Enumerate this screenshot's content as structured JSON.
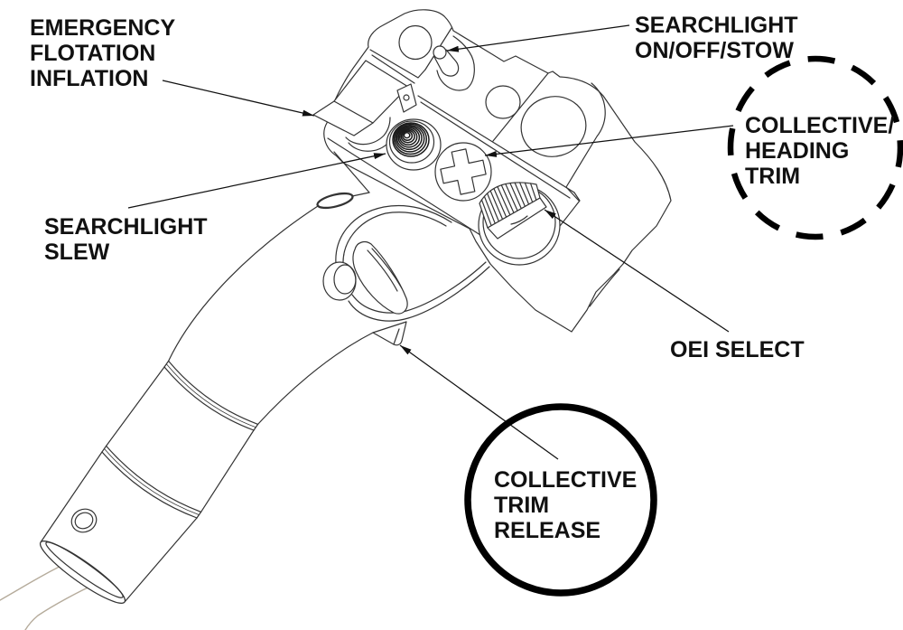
{
  "figure": {
    "callouts": [
      {
        "id": "emergency-flotation-inflation",
        "lines": [
          "EMERGENCY",
          "FLOTATION",
          "INFLATION"
        ],
        "emphasis": "none"
      },
      {
        "id": "searchlight-on-off-stow",
        "lines": [
          "SEARCHLIGHT",
          "ON/OFF/STOW"
        ],
        "emphasis": "none"
      },
      {
        "id": "collective-heading-trim",
        "lines": [
          "COLLECTIVE/",
          "HEADING",
          "TRIM"
        ],
        "emphasis": "dashed-circle"
      },
      {
        "id": "searchlight-slew",
        "lines": [
          "SEARCHLIGHT",
          "SLEW"
        ],
        "emphasis": "none"
      },
      {
        "id": "oei-select",
        "lines": [
          "OEI SELECT"
        ],
        "emphasis": "none"
      },
      {
        "id": "collective-trim-release",
        "lines": [
          "COLLECTIVE",
          "TRIM",
          "RELEASE"
        ],
        "emphasis": "solid-circle"
      }
    ]
  },
  "colors": {
    "ink": "#111111",
    "line_art": "#333333",
    "wire": "#b5ab9b",
    "background": "#ffffff",
    "emphasis_ring": "#000000"
  }
}
